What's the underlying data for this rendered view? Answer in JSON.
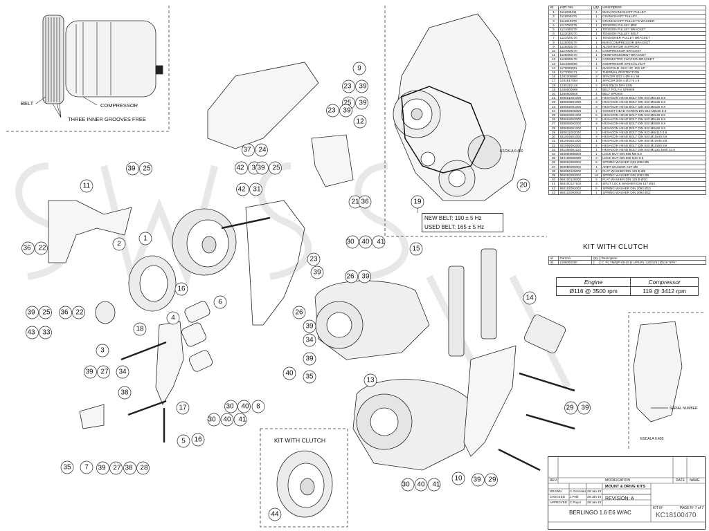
{
  "bom": {
    "headers": [
      "Id.",
      "Part No.",
      "Qty.",
      "Description"
    ],
    "rows": [
      [
        "1",
        "1111000411",
        "1",
        "MAIN CRANKSHAFT PULLEY"
      ],
      [
        "2",
        "1111000470",
        "1",
        "CRANKSHAFT PULLEY"
      ],
      [
        "3",
        "1111010270",
        "1",
        "CRANKSHAFT PULLEY'S WASHER"
      ],
      [
        "4",
        "1117000270",
        "1",
        "TENSION PULLEY Ø50"
      ],
      [
        "5",
        "1121000270",
        "1",
        "TENSION PULLEY BRACKET"
      ],
      [
        "6",
        "1123030270",
        "1",
        "TENSION PULLEY BOLT"
      ],
      [
        "7",
        "1123420170",
        "1",
        "TENSIONER PULLEY BRACKET"
      ],
      [
        "8",
        "1125000470",
        "1",
        "MAIN COMPRESSOR BRACKET"
      ],
      [
        "9",
        "1126000470",
        "1",
        "ALTERNATOR SUPPORT"
      ],
      [
        "10",
        "1127000470",
        "1",
        "COMPRESSOR BRACKET"
      ],
      [
        "11",
        "1128000470",
        "1",
        "REINFORCEMENT BRACKET"
      ],
      [
        "12",
        "1129000470",
        "1",
        "CONNECTOR FIXATION BRACKET"
      ],
      [
        "13",
        "1151000009",
        "1",
        "COMPRESOR SPECIAL NUT"
      ],
      [
        "14",
        "1170000001",
        "1",
        "MANIFOLD -SUC UP -D/S UP"
      ],
      [
        "15",
        "1177000171",
        "2",
        "THERMAL PROTECTION"
      ],
      [
        "16",
        "1202208580",
        "3",
        "SPACER Ø22 x Ø8.5 x 58"
      ],
      [
        "17",
        "1202517084",
        "1",
        "SPACER Ø25 x Ø17.5 x 8"
      ],
      [
        "18",
        "1245315148",
        "2",
        "PIN Ø3x15 DIN-1481"
      ],
      [
        "19",
        "1260500908",
        "1",
        "BELT POLY-V 5PK908"
      ],
      [
        "20",
        "1260600948",
        "1",
        "BELT 6PK948"
      ],
      [
        "21",
        "930601601000",
        "2",
        "HEXAGON HEAD BOLT DIN 933 M6x16 8.8"
      ],
      [
        "22",
        "930603501000",
        "3",
        "HEXAGON HEAD BOLT DIN 933 M6x35 8.8"
      ],
      [
        "23",
        "930802501000",
        "3",
        "HEXAGON HEAD BOLT DIN 933 M8x25 8.8"
      ],
      [
        "24",
        "930802505000",
        "1",
        "SOCKET HEAD SCREW DIN 912 M8x25 8.8"
      ],
      [
        "25",
        "930803001000",
        "6",
        "HEXAGON HEAD BOLT DIN 933 M8x30 8.8"
      ],
      [
        "26",
        "930804502000",
        "2",
        "HEXAGON HEAD BOLT DIN 933 M8x45 8.8"
      ],
      [
        "27",
        "930808002000",
        "3",
        "HEXAGON HEAD BOLT DIN 933 M8x80 8.8"
      ],
      [
        "28",
        "930809001000",
        "1",
        "HEXAGON HEAD BOLT DIN 933 M8x90 8.8"
      ],
      [
        "29",
        "930811002000",
        "3",
        "HEXAGON HEAD BOLT DIN 933 M8x110 8.8"
      ],
      [
        "30",
        "931004501000",
        "3",
        "HEXAGON HEAD BOLT DIN 933 M10x40 8.8"
      ],
      [
        "31",
        "931004501000",
        "1",
        "HEXAGON HEAD BOLT DIN 933 M10x45 8.8"
      ],
      [
        "32",
        "931005002000",
        "2",
        "HEXAGON HEAD BOLT DIN 933 M10x50 8.8"
      ],
      [
        "33",
        "931206001222",
        "1",
        "HEXAGON HEAD BOLT DIN 933 M12x1.5x60 12.9"
      ],
      [
        "34",
        "940800985000",
        "1",
        "LOCK NUT DIN 985 M8 8.8"
      ],
      [
        "35",
        "940100985000",
        "2",
        "LOCK NUT DIN 985 M10 8.8"
      ],
      [
        "36",
        "950062093002",
        "5",
        "SPRING WASHER DIN 2093 Ø6"
      ],
      [
        "37",
        "950080000002",
        "1",
        "ARET WASHER AET Ø8"
      ],
      [
        "38",
        "950082125000",
        "2",
        "FLAT WASHER DIN 125 B Ø8"
      ],
      [
        "39",
        "950082093002",
        "18",
        "SPRING WASHER DIN 2093 Ø8"
      ],
      [
        "40",
        "950100125000",
        "5",
        "FLAT WASHER DIN 125 B Ø10"
      ],
      [
        "41",
        "950100127102",
        "3",
        "SPLIT LOCK WASHER DIN 127 Ø10"
      ],
      [
        "42",
        "950102093002",
        "5",
        "SPRING WASHER DIN 2093 Ø10"
      ],
      [
        "43",
        "950122093002",
        "1",
        "SPRING WASHER DIN 2093 Ø12"
      ]
    ]
  },
  "kit": {
    "title": "KIT WITH CLUTCH",
    "headers": [
      "Id.",
      "Part No.",
      "Qty.",
      "Description"
    ],
    "row": [
      "44",
      "1196000300",
      "1",
      "C. P.( TM/QP-08-16 B UP/UP) -120/170 | Ø119 \"8PK\""
    ]
  },
  "speeds": {
    "headers": [
      "Engine",
      "Compressor"
    ],
    "values": [
      "Ø116 @ 3500 rpm",
      "119 @ 3412 rpm"
    ]
  },
  "belt_box": {
    "new": "NEW BELT: 190 ± 5 Hz",
    "used": "USED BELT: 165 ± 5 Hz"
  },
  "inset_labels": {
    "belt": "BELT",
    "compressor": "COMPRESSOR",
    "grooves": "THREE INNER GROOVES FREE",
    "escala_top": "ESCALA 0.400",
    "serial": "SERIAL NUMBER",
    "escala_right": "ESCALA 0.400"
  },
  "kit_inset_title": "KIT WITH CLUTCH",
  "callouts": [
    {
      "id": "1",
      "label": "1"
    },
    {
      "id": "2",
      "label": "2"
    },
    {
      "id": "3",
      "label": "3"
    },
    {
      "id": "4",
      "label": "4"
    },
    {
      "id": "5",
      "label": "5"
    },
    {
      "id": "6",
      "label": "6"
    },
    {
      "id": "7",
      "label": "7"
    },
    {
      "id": "8",
      "label": "8"
    },
    {
      "id": "9",
      "label": "9"
    },
    {
      "id": "10",
      "label": "10"
    },
    {
      "id": "11",
      "label": "11"
    },
    {
      "id": "12",
      "label": "12"
    },
    {
      "id": "13",
      "label": "13"
    },
    {
      "id": "14",
      "label": "14"
    },
    {
      "id": "15",
      "label": "15"
    },
    {
      "id": "16a",
      "label": "16"
    },
    {
      "id": "16b",
      "label": "16"
    },
    {
      "id": "17",
      "label": "17"
    },
    {
      "id": "18",
      "label": "18"
    },
    {
      "id": "19",
      "label": "19"
    },
    {
      "id": "20",
      "label": "20"
    },
    {
      "id": "21",
      "label": "21"
    },
    {
      "id": "36a",
      "label": "36"
    },
    {
      "id": "44",
      "label": "44"
    },
    {
      "id": "23_39a",
      "label": "23 39"
    },
    {
      "id": "25_39",
      "label": "25 39"
    },
    {
      "id": "23_39b",
      "label": "23 39"
    },
    {
      "id": "37_24",
      "label": "37 24"
    },
    {
      "id": "39_25a",
      "label": "39 25"
    },
    {
      "id": "42_32",
      "label": "42 32"
    },
    {
      "id": "39_25b",
      "label": "39 25"
    },
    {
      "id": "42_31",
      "label": "42 31"
    },
    {
      "id": "36_22a",
      "label": "36 22"
    },
    {
      "id": "39_25c",
      "label": "39 25"
    },
    {
      "id": "36_22b",
      "label": "36 22"
    },
    {
      "id": "43_33",
      "label": "43 33"
    },
    {
      "id": "39_27a",
      "label": "39 27"
    },
    {
      "id": "34",
      "label": "34"
    },
    {
      "id": "38a",
      "label": "38"
    },
    {
      "id": "35",
      "label": "35"
    },
    {
      "id": "39_27b",
      "label": "39 27"
    },
    {
      "id": "38_28",
      "label": "38 28"
    },
    {
      "id": "30_40_41a",
      "label": "30 40 41"
    },
    {
      "id": "39_29",
      "label": "39 29"
    },
    {
      "id": "30_40_41b",
      "label": "30 40 41"
    },
    {
      "id": "29_39",
      "label": "29 39"
    },
    {
      "id": "30_40_41c",
      "label": "30 40 41"
    },
    {
      "id": "30_40",
      "label": "30 40"
    },
    {
      "id": "26_39",
      "label": "26 39"
    },
    {
      "id": "23b",
      "label": "23"
    },
    {
      "id": "39b",
      "label": "39"
    },
    {
      "id": "26b",
      "label": "26"
    },
    {
      "id": "39c",
      "label": "39"
    },
    {
      "id": "39d",
      "label": "39"
    },
    {
      "id": "40",
      "label": "40"
    },
    {
      "id": "35b",
      "label": "35"
    },
    {
      "id": "34b",
      "label": "34"
    }
  ],
  "title_block": {
    "rev": "REV.",
    "modification": "MODIFICATION",
    "date": "DATE",
    "name": "NAME",
    "drawn": "DRAWN",
    "checked": "CHECKED",
    "approved": "APPROVED",
    "drawn_by": "C.Gonzalez",
    "checked_by": "J.Petit",
    "approved_by": "C.Puyol",
    "date1": "28-Jan-19",
    "date2": "28-Jan-19",
    "date3": "28-Jan-19",
    "category": "MOUNT & DRIVE KITS",
    "revision": "REVISION:  A",
    "vehicle": "BERLINGO 1.6 E6 W/AC",
    "kit_no_label": "KIT Nº",
    "sheet": "PAGE Nº 7 of 7",
    "kit_no": "KC18100470"
  }
}
